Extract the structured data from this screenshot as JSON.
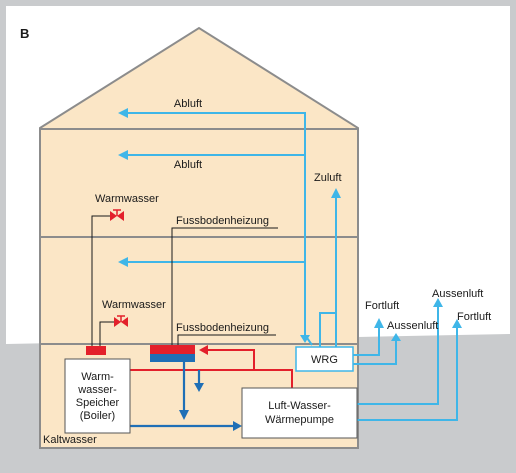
{
  "panel_letter": "B",
  "labels": {
    "abluft_top": "Abluft",
    "abluft_2": "Abluft",
    "zuluft": "Zuluft",
    "warmwasser_1": "Warmwasser",
    "fussboden_1": "Fussbodenheizung",
    "warmwasser_2": "Warmwasser",
    "fussboden_2": "Fussbodenheizung",
    "fortluft_1": "Fortluft",
    "aussenluft_1": "Aussenluft",
    "aussenluft_2": "Aussenluft",
    "fortluft_2": "Fortluft",
    "wrg": "WRG",
    "speicher_lines": [
      "Warm-",
      "wasser-",
      "Speicher",
      "(Boiler)"
    ],
    "pumpe_lines": [
      "Luft-Wasser-",
      "Wärmepumpe"
    ],
    "kaltwasser": "Kaltwasser"
  },
  "colors": {
    "background_panel": "#c9cbcd",
    "house_fill": "#fbe6c6",
    "ground": "#c9cbcd",
    "air_duct": "#3fb6e8",
    "hot_water": "#e3202b",
    "cold_water": "#1f6fb6",
    "outline": "#8c8c8c"
  }
}
